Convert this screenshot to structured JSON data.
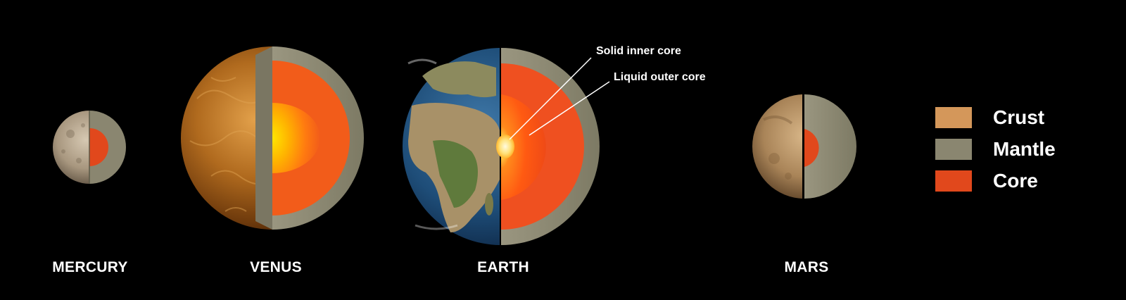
{
  "planets": [
    {
      "name": "MERCURY"
    },
    {
      "name": "VENUS"
    },
    {
      "name": "EARTH"
    },
    {
      "name": "MARS"
    }
  ],
  "callouts": {
    "inner_core": "Solid inner core",
    "outer_core": "Liquid outer core"
  },
  "legend": {
    "crust": {
      "label": "Crust",
      "color": "#d4975a"
    },
    "mantle": {
      "label": "Mantle",
      "color": "#8a8670"
    },
    "core": {
      "label": "Core",
      "color": "#e1481c"
    }
  },
  "colors": {
    "background": "#000000",
    "mantle": "#8a8670",
    "core": "#e1481c",
    "hot_core": "#ffcc00"
  }
}
